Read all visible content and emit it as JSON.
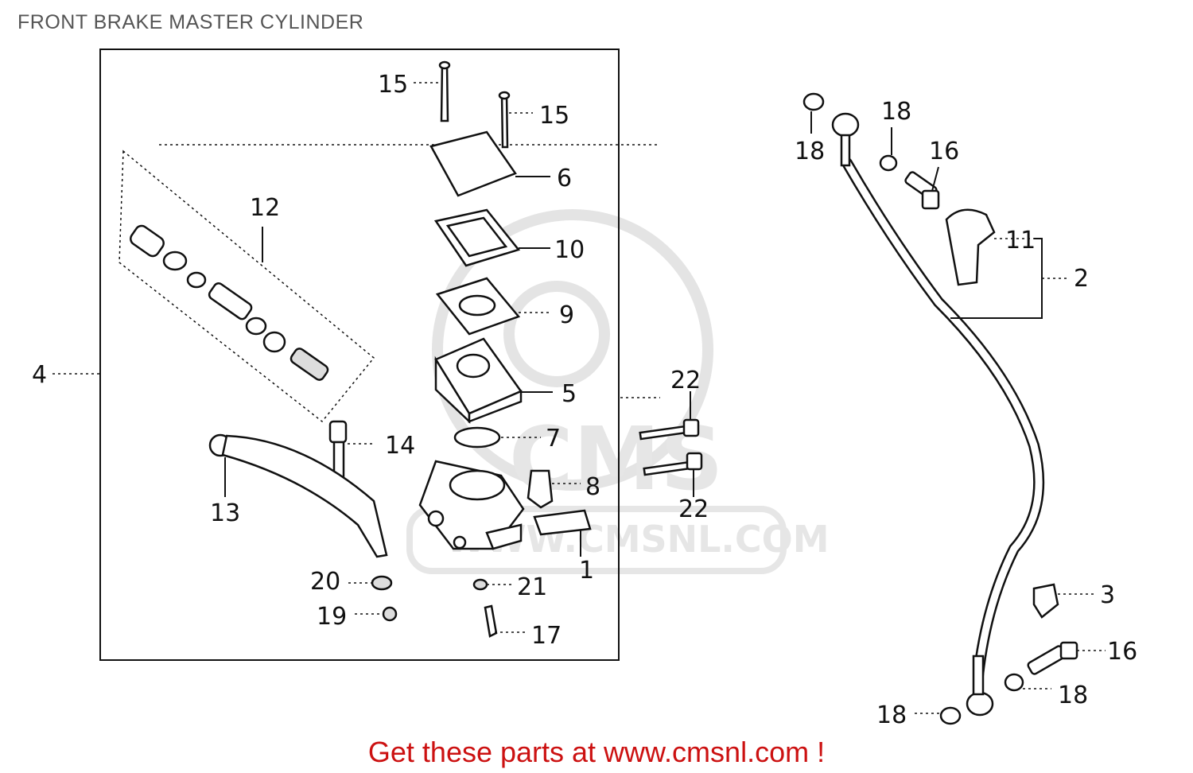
{
  "title": "FRONT BRAKE MASTER CYLINDER",
  "footer": "Get these parts at www.cmsnl.com !",
  "watermark": {
    "brand": "CMS",
    "url": "WWW.CMSNL.COM"
  },
  "callouts": {
    "c1": "1",
    "c2": "2",
    "c3": "3",
    "c4": "4",
    "c5": "5",
    "c6": "6",
    "c7": "7",
    "c8": "8",
    "c9": "9",
    "c10": "10",
    "c11": "11",
    "c12": "12",
    "c13": "13",
    "c14": "14",
    "c15a": "15",
    "c15b": "15",
    "c16a": "16",
    "c16b": "16",
    "c17": "17",
    "c18a": "18",
    "c18b": "18",
    "c18c": "18",
    "c18d": "18",
    "c19": "19",
    "c20": "20",
    "c21": "21",
    "c22a": "22",
    "c22b": "22"
  },
  "colors": {
    "footer": "#cc1111",
    "title": "#555555",
    "line": "#111111"
  }
}
